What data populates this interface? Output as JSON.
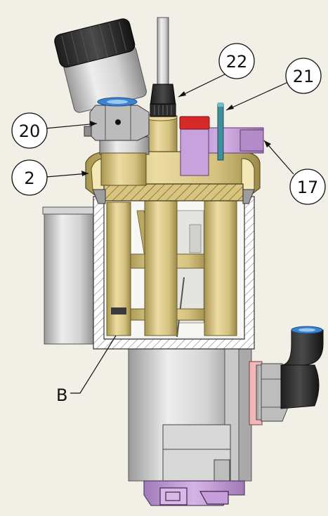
{
  "callouts": {
    "c22": "22",
    "c21": "21",
    "c20": "20",
    "c2": "2",
    "c17": "17"
  },
  "detail_label": "B",
  "colors": {
    "background": "#f2efe6",
    "brass": "#dcc98a",
    "purple": "#c7a1db",
    "steel": "#cfcfcf",
    "red": "#d62a2a",
    "blue_seal": "#2f78c7",
    "teal": "#3f8f9e"
  }
}
